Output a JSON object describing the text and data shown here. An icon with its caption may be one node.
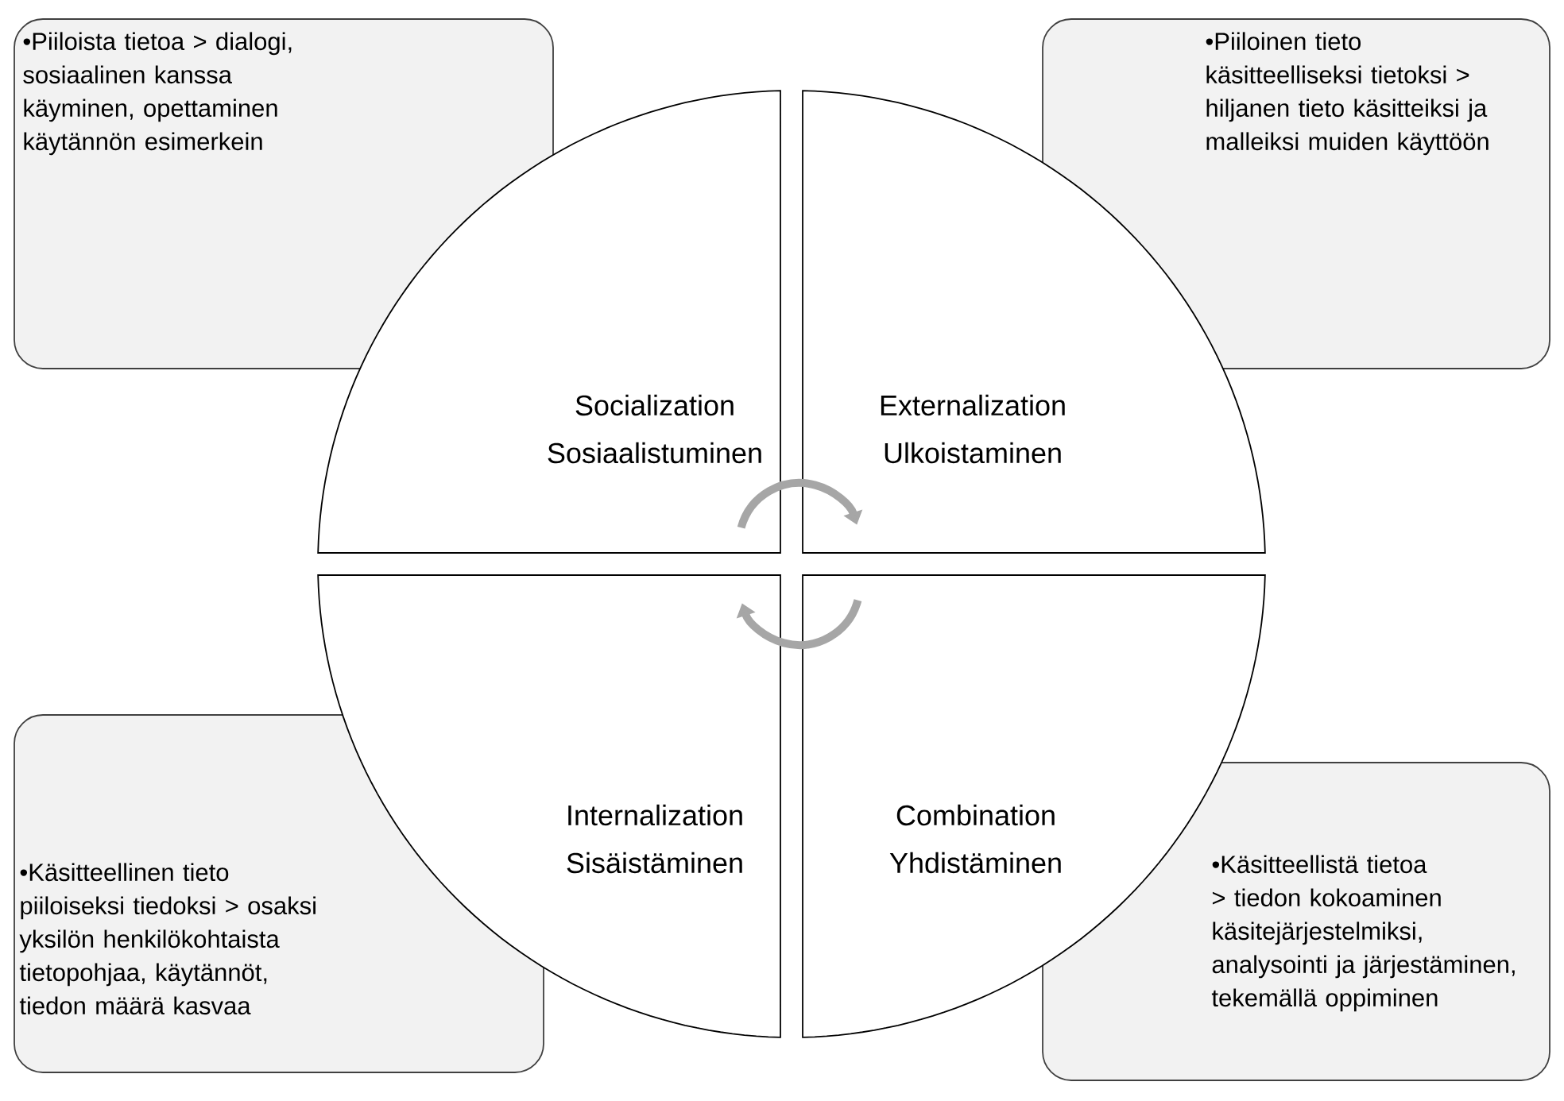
{
  "diagram": {
    "nodes": [
      {
        "text": [
          "•Piiloista tietoa > dialogi, sosiaalinen kanssa käyminen, opettaminen käytännön esimerkein"
        ]
      },
      {
        "text": [
          "•Piiloinen tieto käsitteelliseksi tietoksi > hiljanen tieto käsitteiksi ja malleiksi muiden käyttöön"
        ]
      },
      {
        "text": [
          "Socialization",
          "Sosiaalistuminen"
        ]
      },
      {
        "text": [
          "Externalization",
          "Ulkoistaminen"
        ]
      },
      {
        "text": [
          "Internalization",
          "Sisäistäminen"
        ]
      },
      {
        "text": [
          "Combination",
          "Yhdistäminen"
        ]
      },
      {
        "text": [
          "•Käsitteellinen tieto piiloiseksi tiedoksi > osaksi yksilön henkilökohtaista tietopohjaa, käytännöt, tiedon määrä kasvaa"
        ]
      },
      {
        "text": [
          "•Käsitteellistä tietoa > tiedon kokoaminen käsitejärjestelmiksi, analysointi ja järjestäminen, tekemällä oppiminen"
        ]
      }
    ],
    "edges": [
      {
        "from": 2,
        "to": 3,
        "arrow": "to"
      },
      {
        "from": 5,
        "to": 4,
        "arrow": "to"
      }
    ]
  }
}
